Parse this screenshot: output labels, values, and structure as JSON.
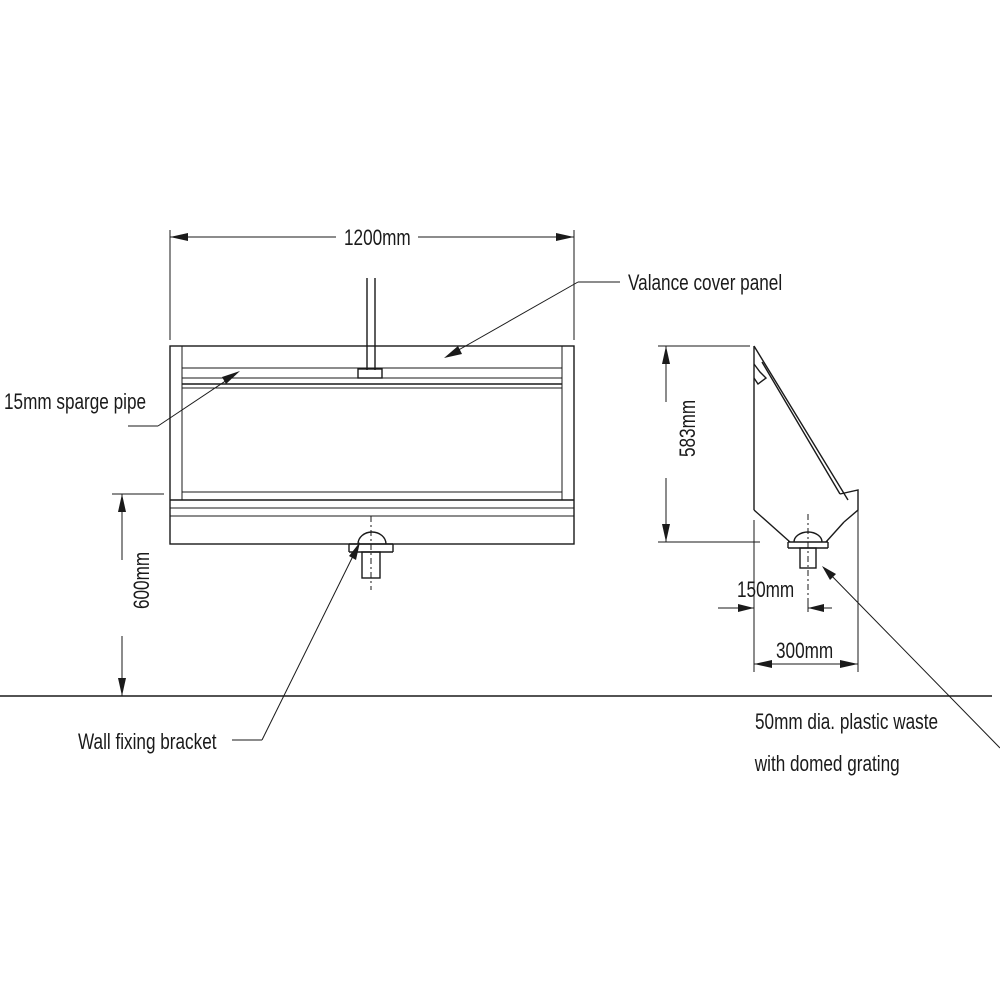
{
  "dimensions": {
    "width": "1200mm",
    "height_from_floor": "600mm",
    "side_height": "583mm",
    "waste_offset": "150mm",
    "depth": "300mm"
  },
  "labels": {
    "valance": "Valance cover panel",
    "sparge": "15mm sparge pipe",
    "bracket": "Wall fixing bracket",
    "waste_line1": "50mm dia. plastic waste",
    "waste_line2": "with domed grating"
  }
}
